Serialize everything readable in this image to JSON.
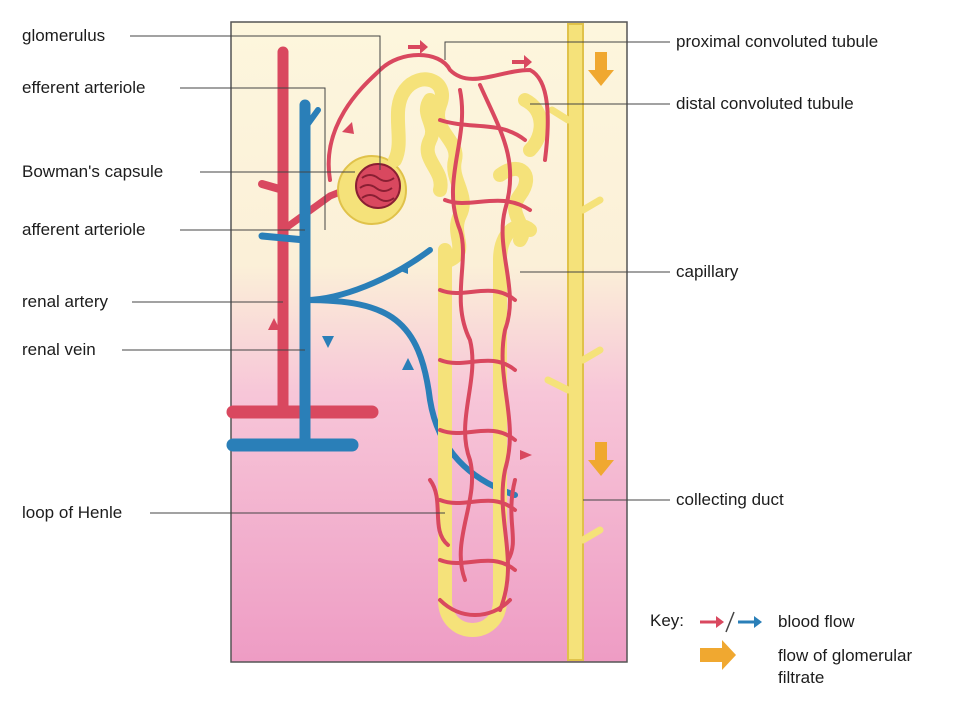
{
  "diagram": {
    "labels_left": {
      "glomerulus": "glomerulus",
      "efferent_arteriole": "efferent arteriole",
      "bowmans_capsule": "Bowman's capsule",
      "afferent_arteriole": "afferent arteriole",
      "renal_artery": "renal artery",
      "renal_vein": "renal vein",
      "loop_of_henle": "loop of Henle"
    },
    "labels_right": {
      "proximal_convoluted_tubule": "proximal convoluted tubule",
      "distal_convoluted_tubule": "distal convoluted tubule",
      "capillary": "capillary",
      "collecting_duct": "collecting duct"
    },
    "key": {
      "title": "Key:",
      "blood_flow": "blood flow",
      "filtrate_line1": "flow of glomerular",
      "filtrate_line2": "filtrate"
    },
    "colors": {
      "artery_red": "#d9485f",
      "vein_blue": "#2a7fb8",
      "tubule_yellow": "#f5e27a",
      "tubule_outline": "#e0c24a",
      "filtrate_orange": "#f0a830",
      "panel_top": "#fdf6dd",
      "panel_bottom": "#ee9cc4"
    }
  }
}
